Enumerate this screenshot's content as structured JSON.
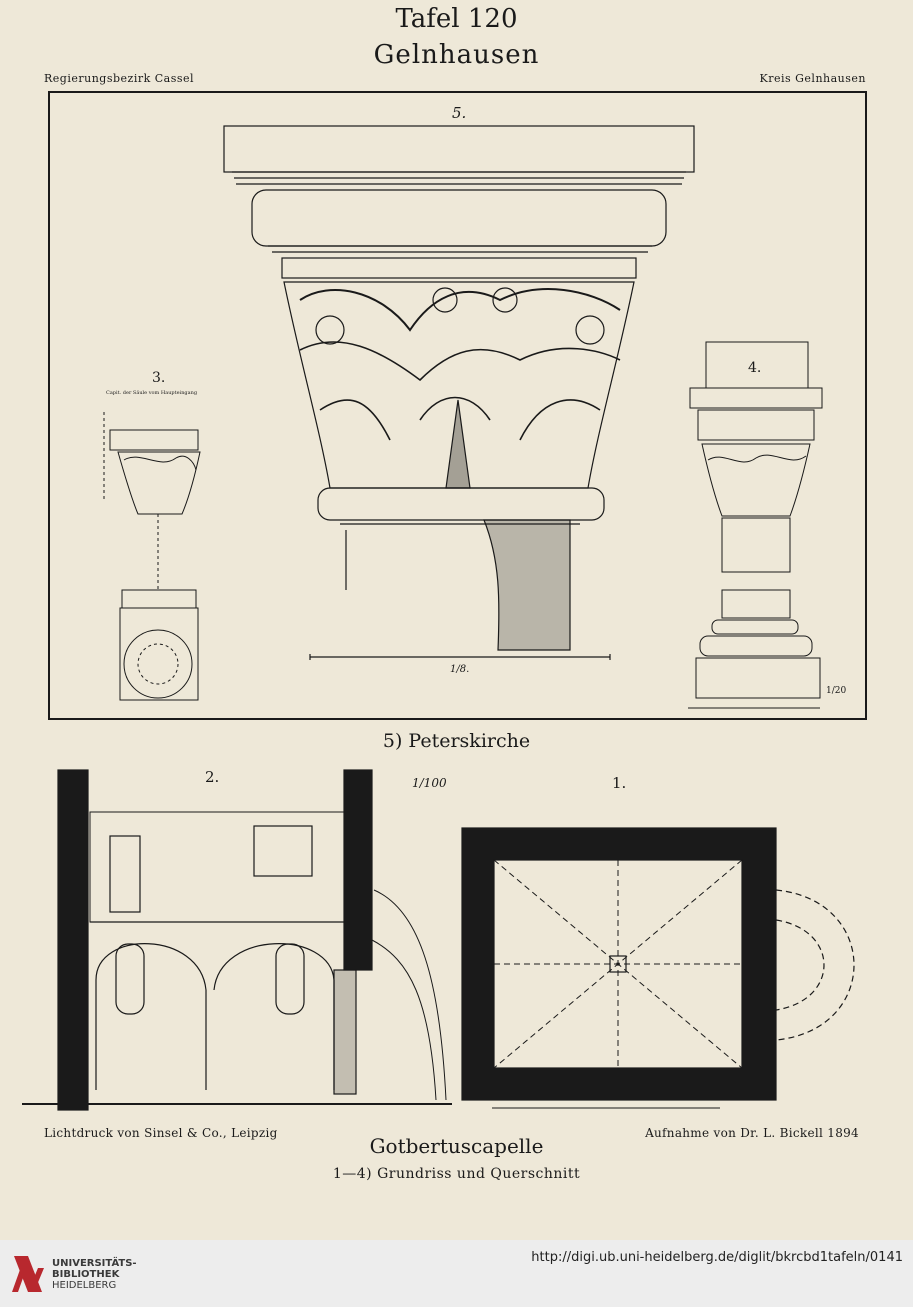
{
  "header": {
    "plate_number": "Tafel 120",
    "place": "Gelnhausen",
    "left_region": "Regierungsbezirk Cassel",
    "right_region": "Kreis Gelnhausen"
  },
  "upper_plate": {
    "fig5_label": "5.",
    "fig3_label": "3.",
    "fig3_subcaption": "Capit. der Säule vom Haupteingang",
    "fig4_label": "4.",
    "scale5_label": "1/8.",
    "scale4_label": "1/20",
    "caption": "5) Peterskirche"
  },
  "lower_plate": {
    "fig2_label": "2.",
    "scale_label": "1/100",
    "fig1_label": "1."
  },
  "footer": {
    "left_credit": "Lichtdruck von Sinsel & Co., Leipzig",
    "right_credit": "Aufnahme von Dr. L. Bickell 1894",
    "title": "Gotbertuscapelle",
    "subtitle": "1—4) Grundriss und Querschnitt"
  },
  "library_bar": {
    "logo_line1": "UNIVERSITÄTS-",
    "logo_line2": "BIBLIOTHEK",
    "logo_line3": "HEIDELBERG",
    "url": "http://digi.ub.uni-heidelberg.de/diglit/bkrcbd1tafeln/0141"
  },
  "colors": {
    "paper": "#eee8d8",
    "ink": "#1a1a1a",
    "logo_red": "#b8282e"
  }
}
